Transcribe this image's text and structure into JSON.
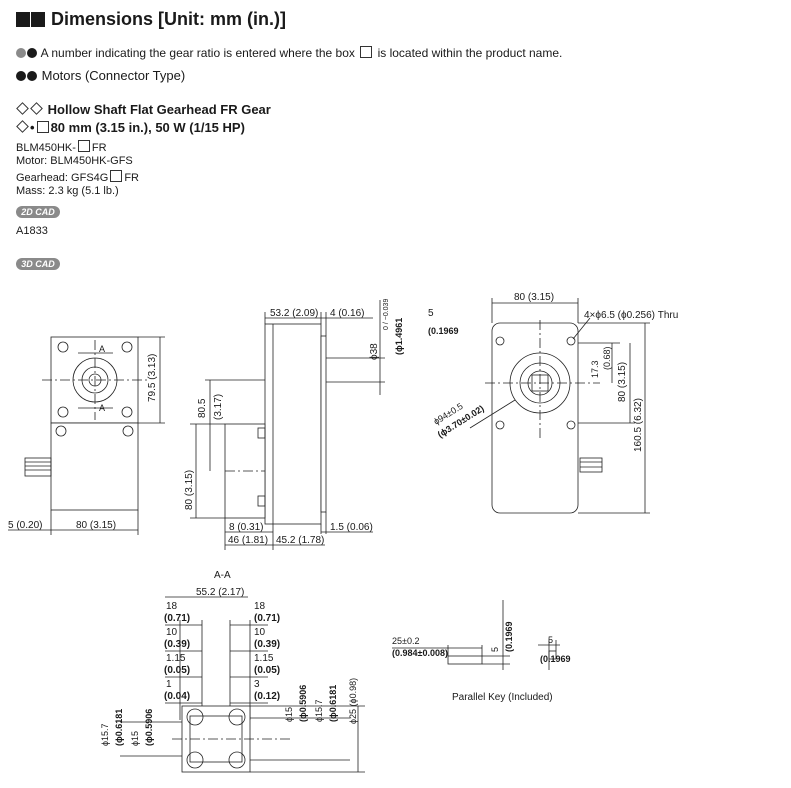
{
  "header": {
    "title": "Dimensions [Unit: mm (in.)]"
  },
  "note": {
    "text_a": "A number indicating the gear ratio is entered where the box",
    "text_b": "is located within the product name."
  },
  "section": {
    "title": "Motors  (Connector Type)"
  },
  "product": {
    "subtitle1": "Hollow Shaft Flat Gearhead FR Gear",
    "subtitle2": "80 mm (3.15 in.), 50 W (1/15 HP)",
    "model_a": "BLM450HK-",
    "model_b": "FR",
    "motor": "Motor: BLM450HK-GFS",
    "gear_a": "Gearhead: GFS4G",
    "gear_b": "FR",
    "mass": "Mass: 2.3 kg (5.1 lb.)",
    "cad_id": "A1833"
  },
  "badges": {
    "cad2d": "2D CAD",
    "cad3d": "3D CAD"
  },
  "front": {
    "dim_79": "79.5 (3.13)",
    "dim_5": "5 (0.20)",
    "dim_80": "80 (3.15)",
    "label_a": "A"
  },
  "side": {
    "dim_532": "53.2 (2.09)",
    "dim_4": "4 (0.16)",
    "dim_38": "ϕ38",
    "tol_38": "0 / −0.039",
    "dim_38in": "(ϕ1.4961",
    "dim_805": "80.5",
    "dim_805in": "(3.17)",
    "dim_80v": "80 (3.15)",
    "dim_8": "8 (0.31)",
    "dim_46": "46 (1.81)",
    "dim_452": "45.2 (1.78)",
    "dim_15": "1.5 (0.06)"
  },
  "rear": {
    "dim_80h": "80 (3.15)",
    "dim_5": "5",
    "dim_5in": "(0.1969",
    "hole": "4×ϕ6.5 (ϕ0.256) Thru",
    "dim_173": "17.3",
    "dim_068": "(0.68)",
    "dim_80v": "80 (3.15)",
    "dim_1605": "160.5 (6.32)",
    "dim_94": "ϕ94±0.5",
    "dim_94in": "(ϕ3.70±0.02)"
  },
  "section_aa": {
    "title": "A-A",
    "dim_552": "55.2 (2.17)",
    "l18": "18",
    "l071": "(0.71)",
    "l10": "10",
    "l039": "(0.39)",
    "l115": "1.15",
    "l005": "(0.05)",
    "l1": "1",
    "l004": "(0.04)",
    "l3": "3",
    "l012": "(0.12)",
    "v1": "ϕ15.7",
    "v2": "(ϕ0.6181",
    "v3": "ϕ15",
    "v4": "(ϕ0.5906",
    "v5": "ϕ15",
    "v6": "(ϕ0.5906",
    "v7": "ϕ15.7",
    "v8": "(ϕ0.6181",
    "v9": "ϕ25 (ϕ0.98)"
  },
  "key": {
    "label": "Parallel Key (Included)",
    "dim_25": "25±0.2",
    "dim_25in": "(0.984±0.008)",
    "dim_5a": "5",
    "dim_5in_a": "(0.1969",
    "dim_5b": "5",
    "dim_5in_b": "(0.1969"
  }
}
